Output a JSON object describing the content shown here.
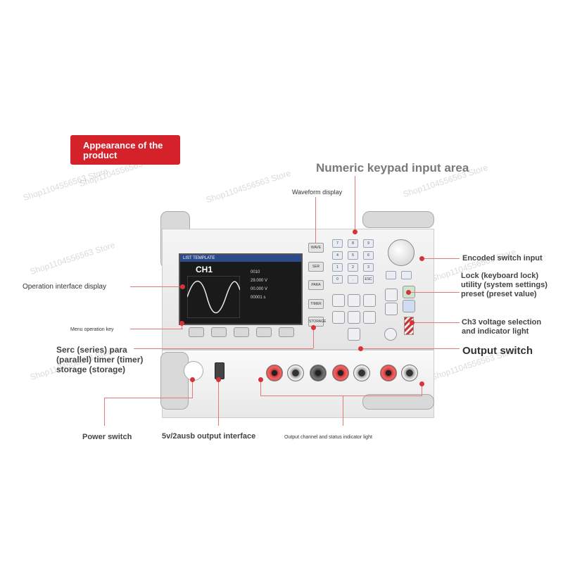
{
  "badge": {
    "text": "Appearance of the product"
  },
  "heading": {
    "text": "Numeric keypad input area"
  },
  "labels": {
    "waveform_display": "Waveform display",
    "operation_interface": "Operation interface display",
    "menu_operation_key": "Menu operation key",
    "serc_parallel": "Serc (series) para (parallel) timer (timer) storage (storage)",
    "power_switch": "Power switch",
    "usb_output": "5v/2ausb output interface",
    "output_channel": "Output channel and status indicator light",
    "encoded_switch": "Encoded switch input",
    "lock_utility": "Lock (keyboard lock) utility (system settings) preset (preset value)",
    "ch3_voltage": "Ch3 voltage selection and indicator light",
    "output_switch": "Output switch"
  },
  "screen": {
    "header": "LIST TEMPLATE",
    "channel": "CH1",
    "values": [
      "0010",
      "29.000 V",
      "00.000 V",
      "00001 s"
    ]
  },
  "keypad": [
    "7",
    "8",
    "9",
    "4",
    "5",
    "6",
    "1",
    "2",
    "3",
    "0",
    ".",
    "ESC"
  ],
  "side_buttons": [
    "WAVE",
    "SER",
    "PARA",
    "TIMER",
    "STORAGE"
  ],
  "watermark": "Shop1104556563 Store",
  "colors": {
    "accent": "#d4212a",
    "line": "#e07a7a"
  }
}
